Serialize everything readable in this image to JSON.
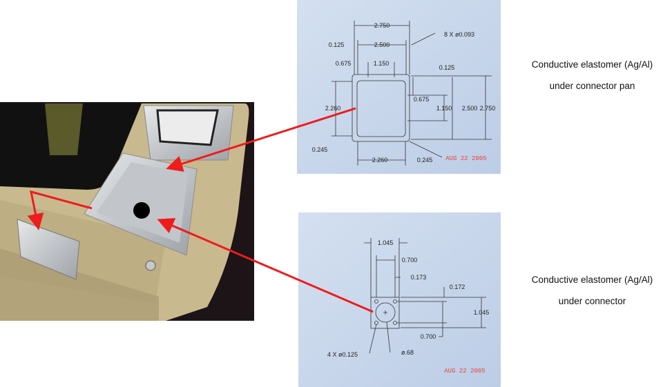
{
  "top_drawing": {
    "dims": [
      "2.750",
      "2.500",
      "0.125",
      "0.675",
      "1.150",
      "8 X ø0.093",
      "0.125",
      "0.675",
      "1.150",
      "2.500",
      "2.750",
      "2.260",
      "0.245",
      "2.260",
      "0.245"
    ],
    "date": "AUG 22 2005"
  },
  "bottom_drawing": {
    "dims": [
      "1.045",
      "0.700",
      "0.173",
      "0.172",
      "1.045",
      "0.700",
      "4 X ø0.125",
      "ø.68"
    ],
    "date": "AUG 22 2005"
  },
  "captions": {
    "top": {
      "line1": "Conductive elastomer (Ag/Al)",
      "line2": "under connector pan"
    },
    "bottom": {
      "line1": "Conductive elastomer (Ag/Al)",
      "line2": "under connector"
    }
  },
  "colors": {
    "arrow": "#ee1c1c",
    "drawing_bg": "#c9d8ec",
    "enclosure": "#c9b98e"
  }
}
